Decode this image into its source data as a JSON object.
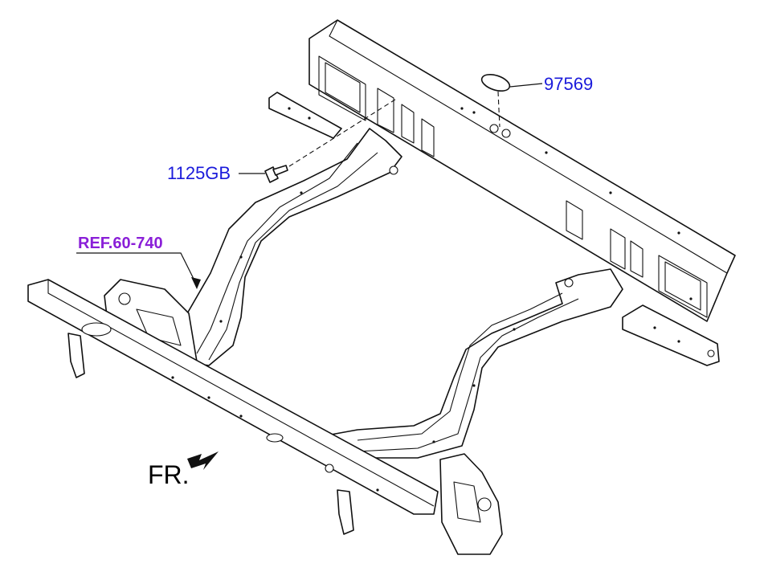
{
  "labels": {
    "part_97569": "97569",
    "part_1125gb": "1125GB",
    "reference": "REF.60-740",
    "front": "FR."
  },
  "colors": {
    "part_number": "#1a1adb",
    "reference": "#8a1fd8",
    "linework": "#111111",
    "background": "#ffffff"
  },
  "icons": {
    "front_arrow": "front-direction-arrow-icon"
  }
}
